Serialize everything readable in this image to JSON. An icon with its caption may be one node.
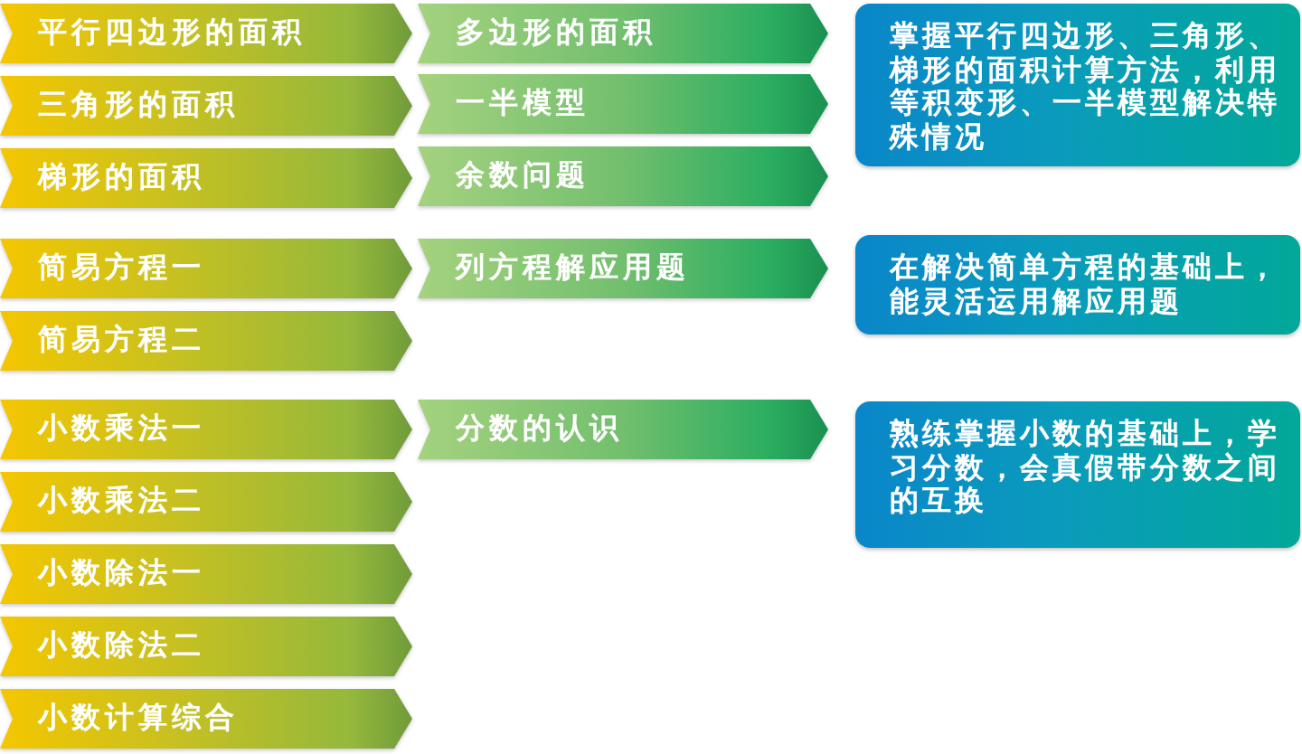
{
  "diagram": {
    "nodes": [
      {
        "text": [
          "平行四边形的面积"
        ]
      },
      {
        "text": [
          "多边形的面积"
        ]
      },
      {
        "text": [
          "掌握平行四边形、三角形、梯形的面积计算方法，利用等积变形、一半模型解决特殊情况"
        ]
      },
      {
        "text": [
          "三角形的面积"
        ]
      },
      {
        "text": [
          "一半模型"
        ]
      },
      {
        "text": [
          "梯形的面积"
        ]
      },
      {
        "text": [
          "余数问题"
        ]
      },
      {
        "text": [
          "简易方程一"
        ]
      },
      {
        "text": [
          "列方程解应用题"
        ]
      },
      {
        "text": [
          "在解决简单方程的基础上，能灵活运用解应用题"
        ]
      },
      {
        "text": [
          "简易方程二"
        ]
      },
      {
        "text": [
          "小数乘法一"
        ]
      },
      {
        "text": [
          "分数的认识"
        ]
      },
      {
        "text": [
          "熟练掌握小数的基础上，学习分数，会真假带分数之间的互换"
        ]
      },
      {
        "text": [
          "小数乘法二"
        ]
      },
      {
        "text": [
          "小数除法一"
        ]
      },
      {
        "text": [
          "小数除法二"
        ]
      },
      {
        "text": [
          "小数计算综合"
        ]
      }
    ]
  }
}
